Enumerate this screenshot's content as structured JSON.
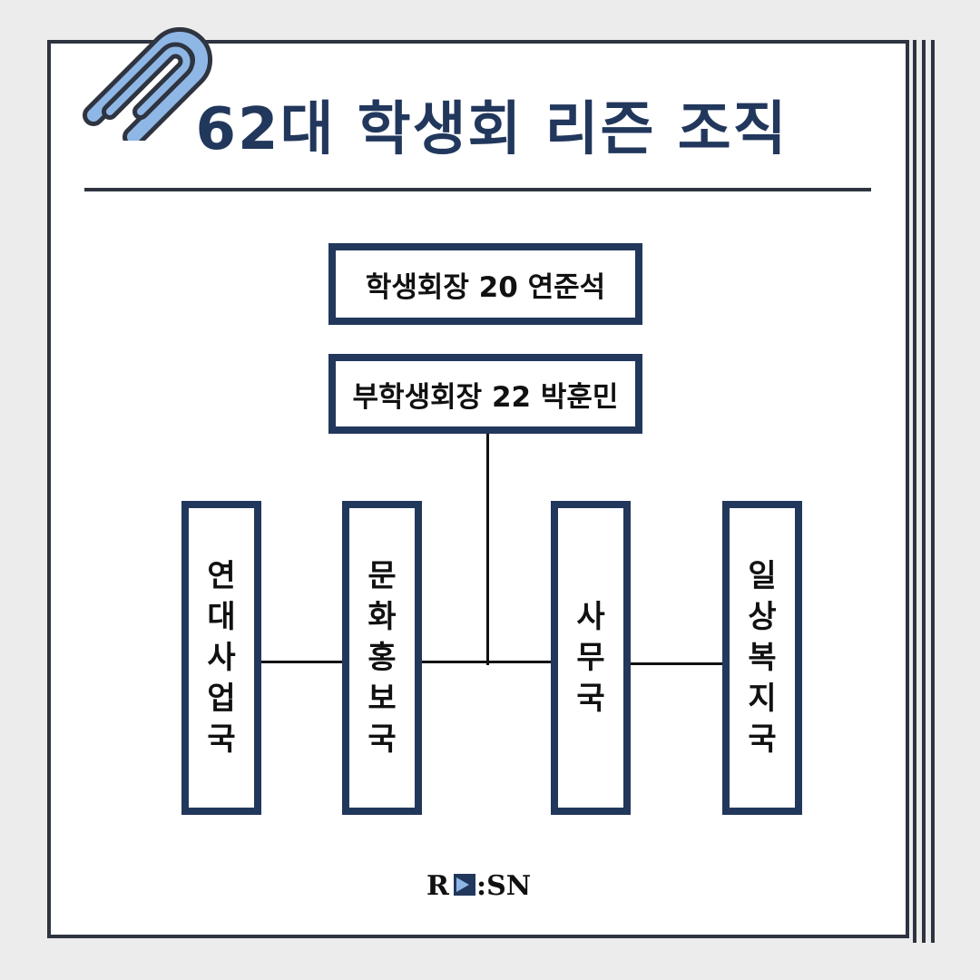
{
  "title": "62대 학생회 리즌 조직",
  "president": "학생회장 20 연준석",
  "vice_president": "부학생회장 22 박훈민",
  "departments": [
    "연대사업국",
    "문화홍보국",
    "사무국",
    "일상복지국"
  ],
  "colors": {
    "navy": "#22375c",
    "frame": "#2e3440",
    "clip": "#8fb7e6"
  },
  "icons": {
    "corner": "paperclip-icon"
  },
  "logo": {
    "left": "R",
    "right": ":SN"
  }
}
